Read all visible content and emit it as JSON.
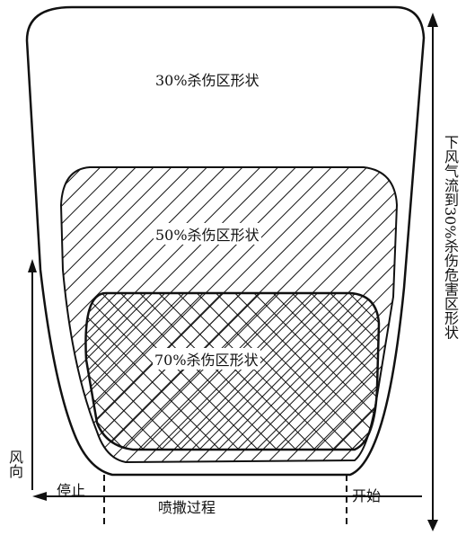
{
  "zones": {
    "outer": "30%杀伤区形状",
    "middle": "50%杀伤区形状",
    "inner": "70%杀伤区形状"
  },
  "side_label": "下风气流到30%杀伤危害区形状",
  "wind": "风向",
  "stop": "停止",
  "start": "开始",
  "process": "喷撒过程"
}
